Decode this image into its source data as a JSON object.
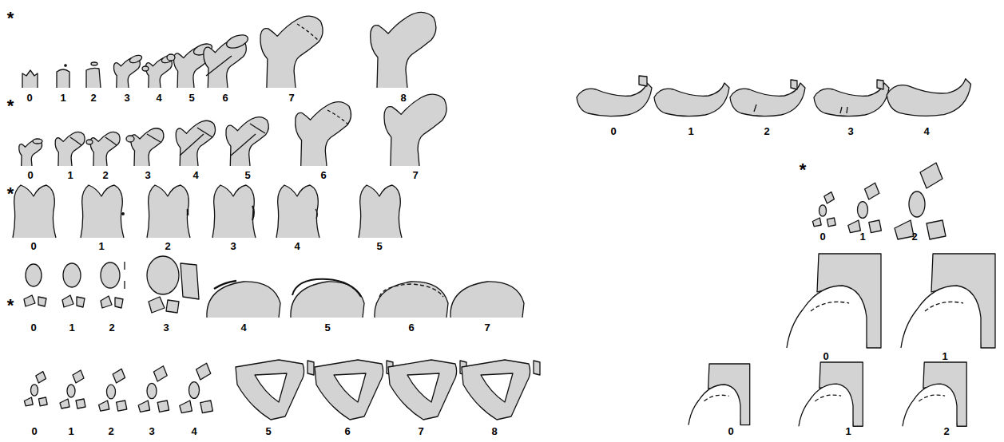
{
  "diagram": {
    "labels": [
      "*",
      "0",
      "1",
      "2",
      "3",
      "4",
      "5",
      "6",
      "7",
      "8",
      "*",
      "0",
      "1",
      "2",
      "3",
      "4",
      "5",
      "6",
      "7",
      "*",
      "0",
      "1",
      "2",
      "3",
      "4",
      "5",
      "*",
      "0",
      "1",
      "2",
      "3",
      "4",
      "5",
      "6",
      "7",
      "0",
      "1",
      "2",
      "3",
      "4",
      "5",
      "6",
      "7",
      "8",
      "0",
      "1",
      "2",
      "3",
      "4",
      "*",
      "0",
      "1",
      "2",
      "0",
      "1",
      "0",
      "1",
      "2"
    ]
  }
}
